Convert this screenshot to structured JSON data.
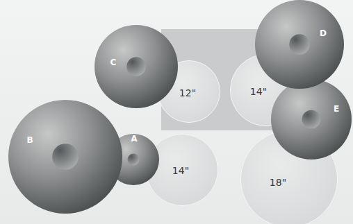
{
  "diagram": {
    "nodes": [
      {
        "text": [
          "C"
        ]
      },
      {
        "text": [
          "12\""
        ]
      },
      {
        "text": [
          "14\""
        ]
      },
      {
        "text": [
          "D"
        ]
      },
      {
        "text": [
          "E"
        ]
      },
      {
        "text": [
          "B"
        ]
      },
      {
        "text": [
          "A"
        ]
      },
      {
        "text": [
          "14\""
        ]
      },
      {
        "text": [
          "18\""
        ]
      }
    ]
  }
}
